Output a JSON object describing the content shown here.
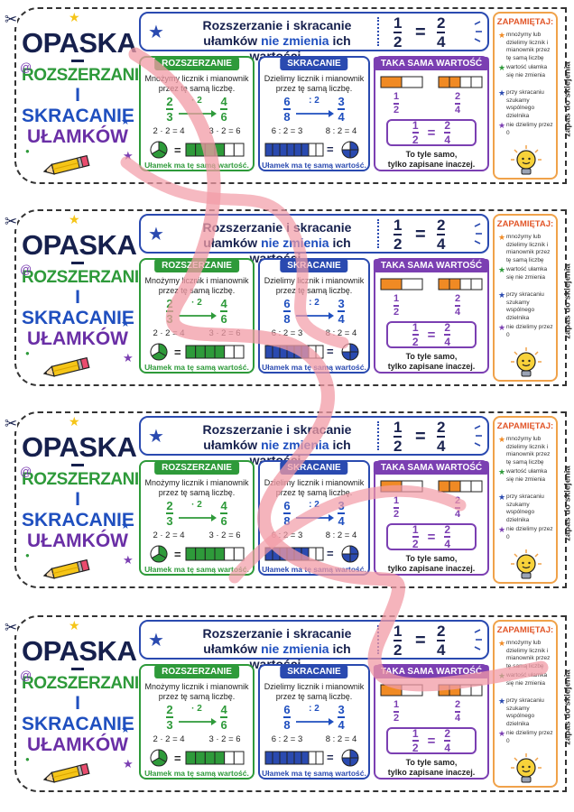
{
  "bands": [
    {
      "id": "1"
    },
    {
      "id": "2"
    },
    {
      "id": "3"
    },
    {
      "id": "4"
    }
  ],
  "left": {
    "opaska": "OPASKA",
    "dash": "–",
    "rozszerzanie": "ROZSZERZANIE",
    "i_skracanie": "I SKRACANIE",
    "ulamkow": "UŁAMKÓW"
  },
  "header": {
    "line1": "Rozszerzanie i skracanie",
    "line2_a": "ułamków ",
    "line2_accent": "nie zmienia",
    "line2_b": " ich wartości.",
    "frac_left": {
      "num": "1",
      "den": "2"
    },
    "equals": "=",
    "frac_right": {
      "num": "2",
      "den": "4"
    }
  },
  "expand": {
    "title": "ROZSZERZANIE",
    "desc": "Mnożymy licznik i mianownik przez tę samą liczbę.",
    "from": {
      "num": "2",
      "den": "3"
    },
    "op": "· 2",
    "to": {
      "num": "4",
      "den": "6"
    },
    "eq1": "2 · 2 = 4",
    "eq2": "3 · 2 = 6",
    "footer": "Ułamek ma tę samą wartość.",
    "pie_filled": 2,
    "pie_total": 3,
    "bar_filled": 4,
    "bar_total": 6
  },
  "reduce": {
    "title": "SKRACANIE",
    "desc": "Dzielimy licznik i mianownik przez tę samą liczbę.",
    "from": {
      "num": "6",
      "den": "8"
    },
    "op": ": 2",
    "to": {
      "num": "3",
      "den": "4"
    },
    "eq1": "6 : 2 = 3",
    "eq2": "8 : 2 = 4",
    "equals": "=",
    "footer": "Ułamek ma tę samą wartość.",
    "bar_filled": 6,
    "bar_total": 8,
    "pie_filled": 3,
    "pie_total": 4
  },
  "same": {
    "title": "TAKA SAMA WARTOŚĆ",
    "left": {
      "num": "1",
      "den": "2"
    },
    "right": {
      "num": "2",
      "den": "4"
    },
    "box_left": {
      "num": "1",
      "den": "2"
    },
    "box_eq": "=",
    "box_right": {
      "num": "2",
      "den": "4"
    },
    "caption1": "To tyle samo,",
    "caption2": "tylko zapisane inaczej.",
    "left_bar_filled": 1,
    "left_bar_total": 2,
    "right_bar_filled": 2,
    "right_bar_total": 4
  },
  "remember": {
    "title": "ZAPAMIĘTAJ:",
    "items": [
      {
        "text": "mnożymy lub dzielimy licznik i mianownik przez tę samą liczbę",
        "color": "#f08a24"
      },
      {
        "text": "wartość ułamka się nie zmienia",
        "color": "#2e9a3a"
      },
      {
        "text": "przy skracaniu szukamy wspólnego dzielnika",
        "color": "#2a4ab0"
      },
      {
        "text": "nie dzielimy przez 0",
        "color": "#7b3fb2"
      }
    ]
  },
  "zapas": "zapas do sklejenia",
  "colors": {
    "green": "#2e9a3a",
    "blue": "#2a4ab0",
    "purple": "#7b3fb2",
    "orange": "#f08a24",
    "navy": "#16204d",
    "watermark": "#f29ba6"
  }
}
